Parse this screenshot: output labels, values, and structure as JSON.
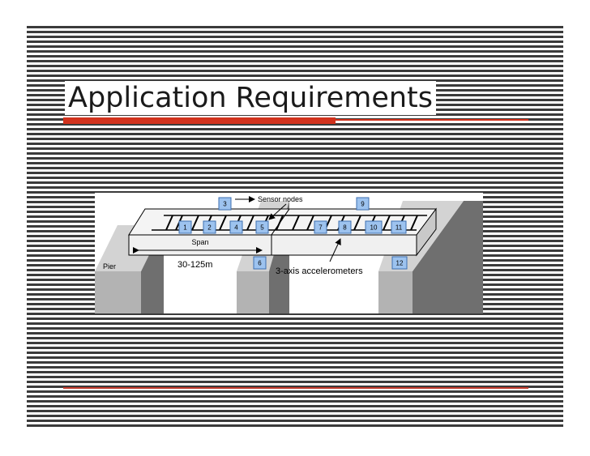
{
  "slide": {
    "title": "Application Requirements"
  },
  "diagram": {
    "sensor_nodes_label": "Sensor nodes",
    "span_label": "Span",
    "span_length": "30-125m",
    "pier_label": "Pier",
    "accelerometers_label": "3-axis accelerometers",
    "nodes": [
      "1",
      "2",
      "3",
      "4",
      "5",
      "6",
      "7",
      "8",
      "9",
      "10",
      "11",
      "12"
    ]
  }
}
